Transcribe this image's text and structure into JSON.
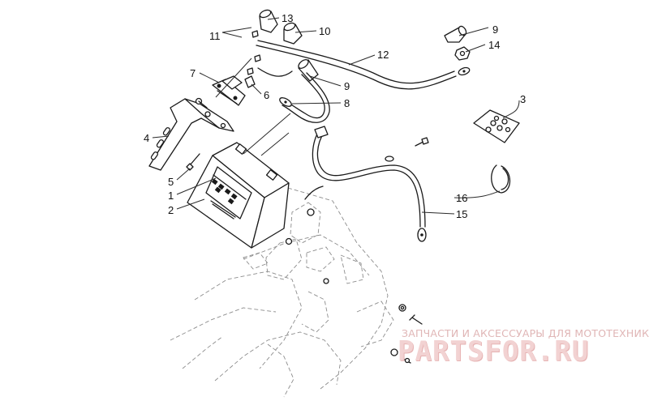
{
  "watermark": {
    "caption": "ЗАПЧАСТИ И АКСЕССУАРЫ ДЛЯ МОТОТЕХНИКИ",
    "logo": "PARTSFOR.RU"
  },
  "battery_label": {
    "icon_names": [
      "warning-icon",
      "acid-icon",
      "no-flame-icon",
      "eye-protection-icon",
      "child-icon",
      "manual-icon"
    ]
  },
  "callouts": {
    "c1": "1",
    "c2": "2",
    "c3": "3",
    "c4": "4",
    "c5": "5",
    "c6": "6",
    "c7": "7",
    "c8": "8",
    "c9a": "9",
    "c9b": "9",
    "c10": "10",
    "c11": "11",
    "c12": "12",
    "c13": "13",
    "c14": "14",
    "c15": "15",
    "c16": "16"
  }
}
